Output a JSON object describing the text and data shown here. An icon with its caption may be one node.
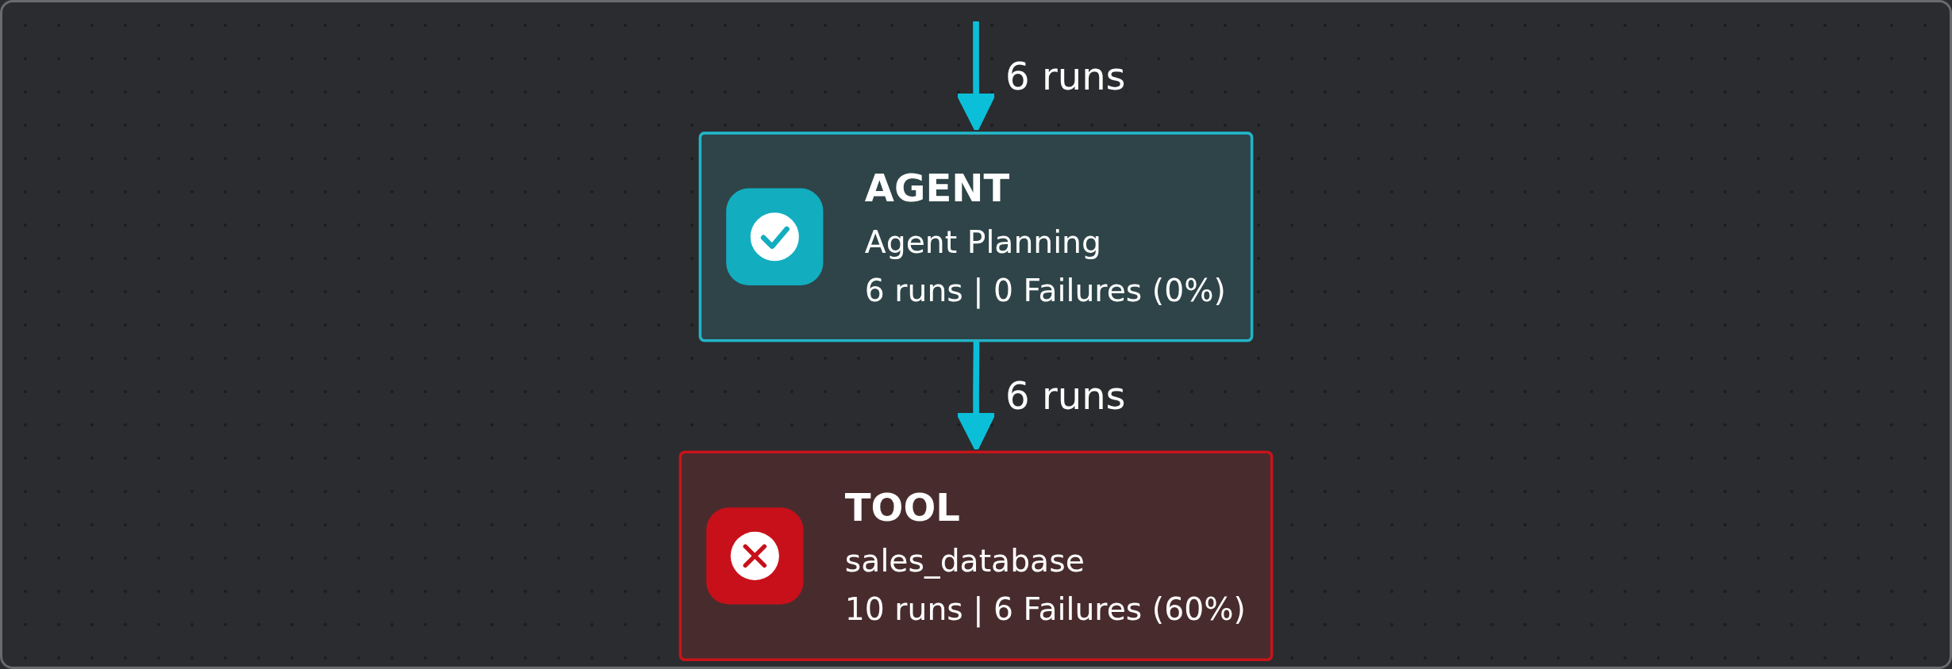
{
  "diagram": {
    "nodes": [
      {
        "text": [
          "AGENT",
          "Agent Planning",
          "6 runs | 0 Failures (0%)"
        ]
      },
      {
        "text": [
          "TOOL",
          "sales_database",
          "10 runs | 6 Failures (60%)"
        ]
      }
    ],
    "edges": [
      {
        "from": null,
        "to": 0,
        "arrow": "to",
        "label": "6 runs"
      },
      {
        "from": 0,
        "to": 1,
        "arrow": "to",
        "label": "6 runs"
      }
    ]
  }
}
